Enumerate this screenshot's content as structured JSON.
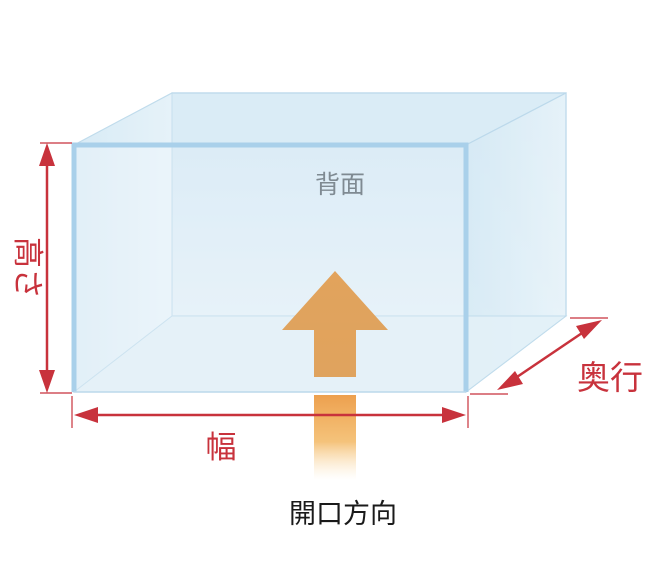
{
  "labels": {
    "back": "背面",
    "height": "高さ",
    "width": "幅",
    "depth": "奥行",
    "opening": "開口方向"
  },
  "colors": {
    "glass_fill": "#d9ecf6",
    "glass_edge": "#b6d6ea",
    "front_edge": "#a9d0ea",
    "dimension": "#c8323c",
    "arrow_top": "#e5a65a",
    "arrow_bottom": "#f1b45e",
    "back_text": "#7f8a92"
  }
}
